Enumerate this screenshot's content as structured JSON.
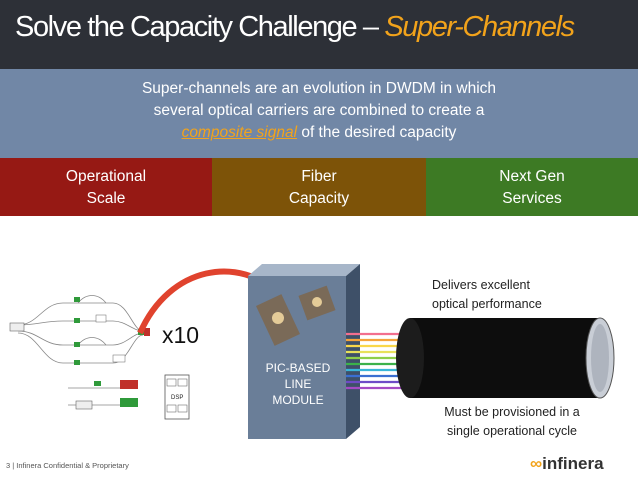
{
  "title": {
    "main": "Solve the Capacity Challenge – ",
    "accent": "Super-Channels"
  },
  "intro": {
    "line1": "Super-channels are an evolution in DWDM in which",
    "line2": "several optical carriers are combined to create a",
    "link": "composite signal",
    "line3_rest": " of the desired capacity"
  },
  "pillars": [
    {
      "line1": "Operational",
      "line2": "Scale",
      "color": "#961914"
    },
    {
      "line1": "Fiber",
      "line2": "Capacity",
      "color": "#7d5308"
    },
    {
      "line1": "Next Gen",
      "line2": "Services",
      "color": "#3d7a24"
    }
  ],
  "diagram": {
    "multiplier": "x10",
    "module_label": [
      "PIC-BASED",
      "LINE",
      "MODULE"
    ],
    "circuit_labels": [
      "DSP"
    ],
    "caption_top": [
      "Delivers excellent",
      "optical performance"
    ],
    "caption_bottom": [
      "Must be provisioned in a",
      "single operational cycle"
    ]
  },
  "footer": {
    "text": "3  |  Infinera Confidential & Proprietary"
  },
  "logo": {
    "name": "infinera"
  },
  "colors": {
    "title_bg": "#2d3037",
    "accent": "#f2a31b",
    "intro_bg": "#7187a6",
    "arrow": "#e0432e"
  }
}
